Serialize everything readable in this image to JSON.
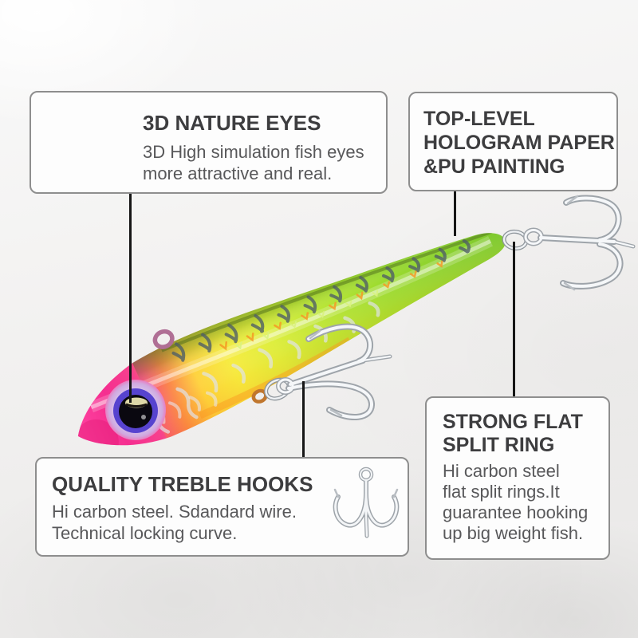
{
  "callouts": {
    "eyes": {
      "title": "3D NATURE EYES",
      "body_lines": [
        "3D High simulation fish eyes",
        "more attractive and real."
      ]
    },
    "paint": {
      "title_lines": [
        "TOP-LEVEL",
        "HOLOGRAM PAPER",
        "&PU PAINTING"
      ]
    },
    "hooks": {
      "title": "QUALITY TREBLE HOOKS",
      "body_lines": [
        "Hi carbon steel. Sdandard wire.",
        "Technical locking curve."
      ],
      "icon": "treble-hook-icon"
    },
    "ring": {
      "title_lines": [
        "STRONG FLAT",
        "SPLIT RING"
      ],
      "body_lines": [
        "Hi carbon steel",
        "flat split rings.It",
        "guarantee hooking",
        "up big weight fish."
      ]
    }
  },
  "lure_palette": {
    "head_pink": "#f5318f",
    "belly_orange": "#fb8348",
    "mid_yellow": "#f6ec3d",
    "chartreuse": "#c9ea36",
    "tail_green": "#7cc82c",
    "stripe_gray": "#505f66",
    "eye_iris_purple": "#5743cf",
    "eye_pupil_black": "#0a0810",
    "eye_socket_lavender": "#d3beea",
    "hook_silver": "#f5f7f9",
    "hook_edge": "#9ea4aa",
    "leader_line": "#161616",
    "callout_border": "#8e8e8e",
    "callout_bg": "#fdfdfd",
    "title_text": "#3d3d3f",
    "body_text": "#58585a"
  }
}
